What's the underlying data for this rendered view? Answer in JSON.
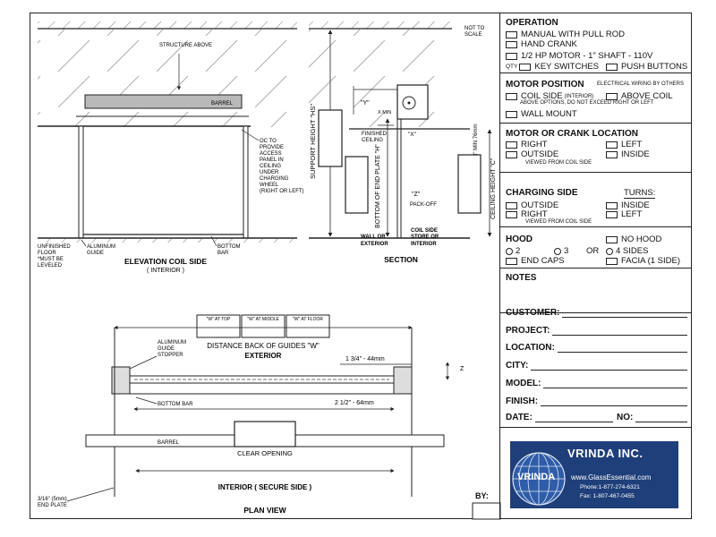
{
  "drawing": {
    "not_to_scale": "NOT TO SCALE",
    "elevation": {
      "title": "ELEVATION COIL SIDE",
      "subtitle": "( INTERIOR )",
      "structure_above": "STRUCTURE ABOVE",
      "barrel": "BARREL",
      "access_note": [
        "OC TO",
        "PROVIDE",
        "ACCESS",
        "PANEL IN",
        "CEILING",
        "UNDER",
        "CHARGING",
        "WHEEL",
        "(RIGHT OR LEFT)"
      ],
      "unfinished_floor": [
        "UNFINISHED",
        "FLOOR",
        "*MUST BE",
        "LEVELED"
      ],
      "aluminum_guide": [
        "ALUMINUM",
        "GUIDE"
      ],
      "bottom_bar": [
        "BOTTOM",
        "BAR"
      ]
    },
    "section": {
      "title": "SECTION",
      "support_height": "SUPPORT HEIGHT \"HS\"",
      "y_label": "\"Y\"",
      "x_label": "\"X\"",
      "z_label": "\"Z\"",
      "x_min": "X MIN",
      "finished_ceiling": [
        "FINISHED",
        "CEILING"
      ],
      "bottom_end_plate": "BOTTOM OF END PLATE \"H\"",
      "pack_off": "PACK-OFF",
      "three_min": "3\" MIN 76mm",
      "ceiling_height": "CEILING HEIGHT \"C\"",
      "wall_or": "WALL OR",
      "exterior": "EXTERIOR",
      "coil_side": "COIL SIDE",
      "store_or": "STORE OR",
      "interior": "INTERIOR"
    },
    "plan": {
      "title": "PLAN VIEW",
      "w_top": "\"W\" AT TOP",
      "w_middle": "\"W\" AT MIDDLE",
      "w_floor": "\"W\" AT FLOOR",
      "distance_back": "DISTANCE BACK OF GUIDES \"W\"",
      "exterior": "EXTERIOR",
      "guide_stopper": [
        "ALUMINUM",
        "GUIDE",
        "STOPPER"
      ],
      "dim_44": "1 3/4\" - 44mm",
      "dim_64": "2 1/2\" - 64mm",
      "z": "Z",
      "bottom_bar": "BOTTOM BAR",
      "barrel": "BARREL",
      "clear_opening": "CLEAR OPENING",
      "interior_secure": "INTERIOR ( SECURE SIDE )",
      "end_plate": [
        "3/16\" (5mm)",
        "END PLATE"
      ]
    },
    "by": "BY:"
  },
  "form": {
    "operation": {
      "title": "OPERATION",
      "manual": "MANUAL WITH PULL ROD",
      "hand_crank": "HAND CRANK",
      "motor": "1/2 HP MOTOR - 1\" SHAFT - 110V",
      "qty": "QTY",
      "key_switches": "KEY SWITCHES",
      "push_buttons": "PUSH BUTTONS"
    },
    "motor_position": {
      "title": "MOTOR POSITION",
      "note": "ELECTRICAL WIRING BY OTHERS",
      "coil_side": "COIL SIDE",
      "interior": "(INTERIOR)",
      "above_coil": "ABOVE COIL",
      "above_options": "ABOVE OPTIONS, DO NOT EXCEED RIGHT OR LEFT",
      "wall_mount": "WALL MOUNT"
    },
    "motor_crank": {
      "title": "MOTOR OR CRANK LOCATION",
      "right": "RIGHT",
      "left": "LEFT",
      "outside": "OUTSIDE",
      "inside": "INSIDE",
      "viewed": "VIEWED FROM COIL SIDE"
    },
    "charging": {
      "title": "CHARGING SIDE",
      "turns": "TURNS:",
      "outside": "OUTSIDE",
      "inside": "INSIDE",
      "right": "RIGHT",
      "left": "LEFT",
      "viewed": "VIEWED FROM COIL SIDE"
    },
    "hood": {
      "title": "HOOD",
      "no_hood": "NO HOOD",
      "two": "2",
      "three": "3",
      "or": "OR",
      "four_sides": "4 SIDES",
      "end_caps": "END CAPS",
      "facia": "FACIA (1 SIDE)"
    },
    "notes": "NOTES",
    "fields": {
      "customer": "CUSTOMER:",
      "project": "PROJECT:",
      "location": "LOCATION:",
      "city": "CITY:",
      "model": "MODEL:",
      "finish": "FINISH:",
      "date": "DATE:",
      "no": "NO:"
    }
  },
  "logo": {
    "company": "VRINDA INC.",
    "mark": "VRINDA",
    "website": "www.GlassEssential.com",
    "phone": "Phone:1-877-274-6321",
    "fax": "Fax: 1-807-467-0455"
  }
}
